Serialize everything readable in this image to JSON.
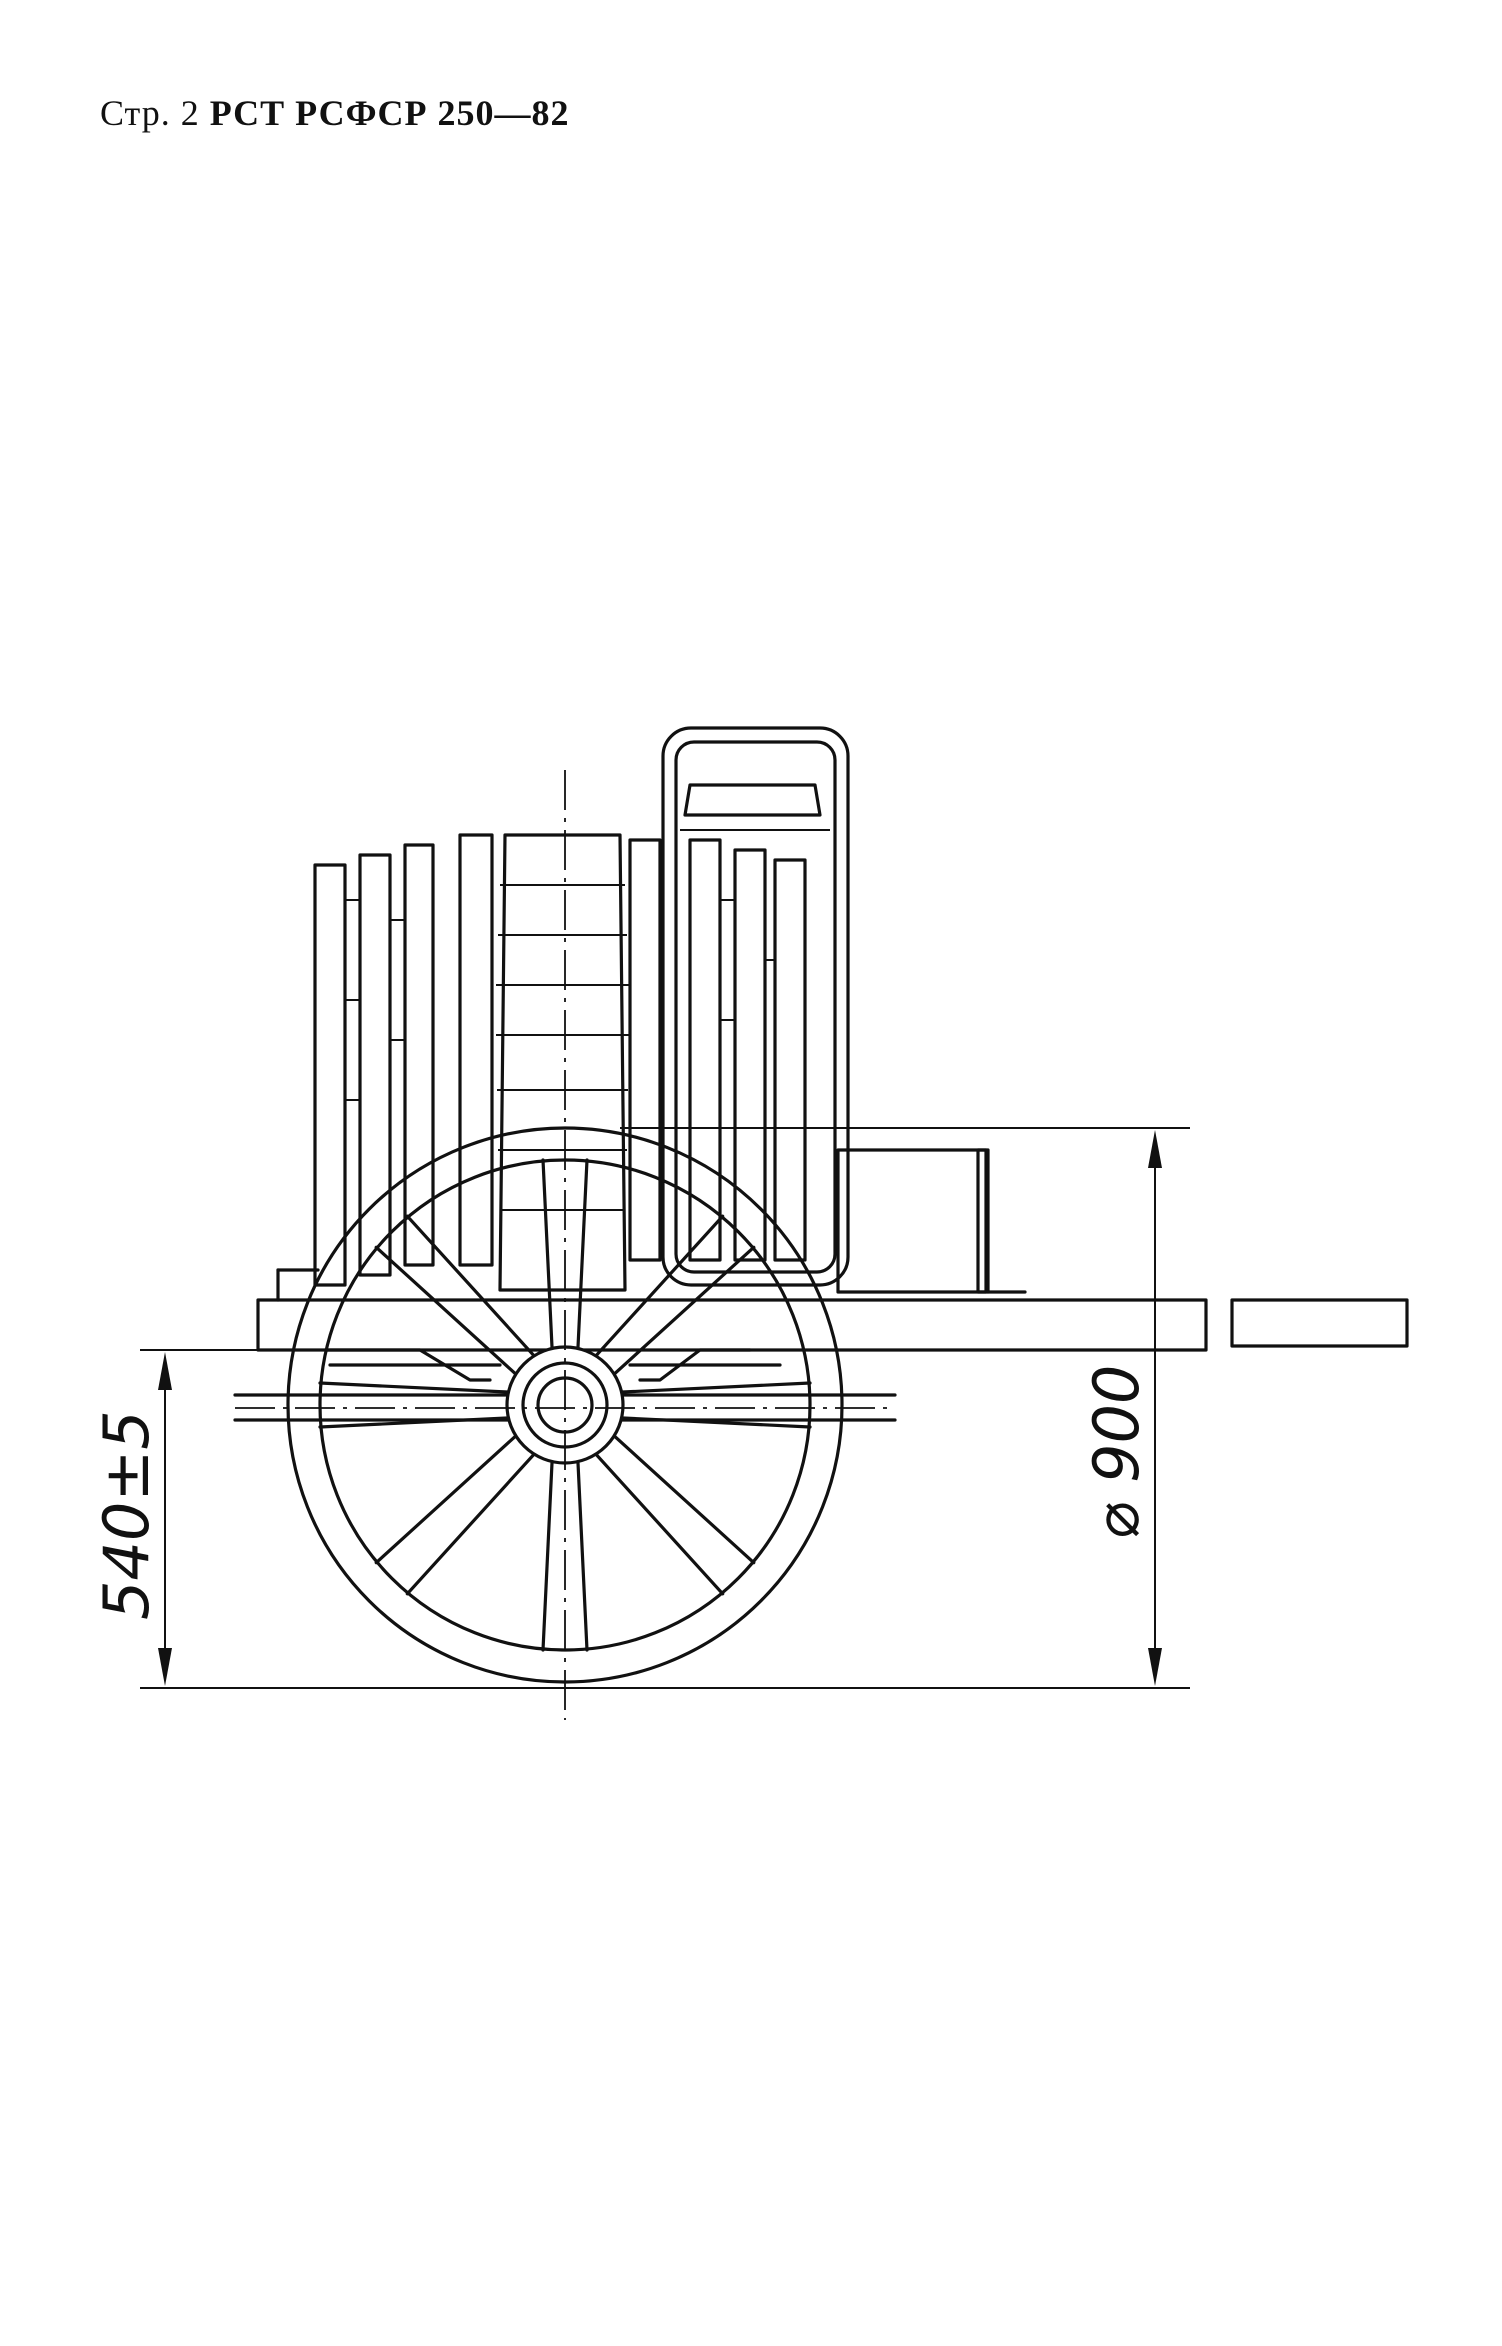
{
  "header": {
    "page_label": "Стр. 2",
    "standard": "РСТ РСФСР 250—82"
  },
  "drawing": {
    "dimensions": {
      "axle_height": "540±5",
      "wheel_diameter": "⌀ 900"
    }
  }
}
